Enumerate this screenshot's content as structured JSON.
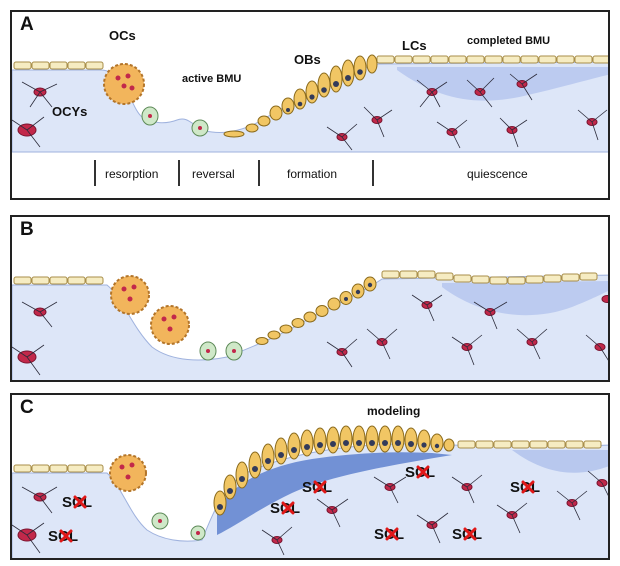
{
  "panels": {
    "a": {
      "label": "A",
      "ocs": "OCs",
      "ocys": "OCYs",
      "active_bmu": "active BMU",
      "obs": "OBs",
      "lcs": "LCs",
      "completed_bmu": "completed BMU",
      "phases": [
        "resorption",
        "reversal",
        "formation",
        "quiescence"
      ]
    },
    "b": {
      "label": "B"
    },
    "c": {
      "label": "C",
      "modeling": "modeling",
      "scl": "SCL"
    }
  },
  "colors": {
    "bone": "#dde6f8",
    "bone_dark": "#b8c8ee",
    "lining": "#f6ecc2",
    "lining_edge": "#a88e4a",
    "osteocyte": "#c2284a",
    "osteoclast": "#f2b55c",
    "osteoblast": "#f1c664",
    "x_mark": "#e01818"
  },
  "icons": [
    "osteocyte-cell-icon",
    "osteoclast-cell-icon",
    "osteoblast-cell-icon",
    "macrophage-cell-icon",
    "red-x-icon"
  ]
}
